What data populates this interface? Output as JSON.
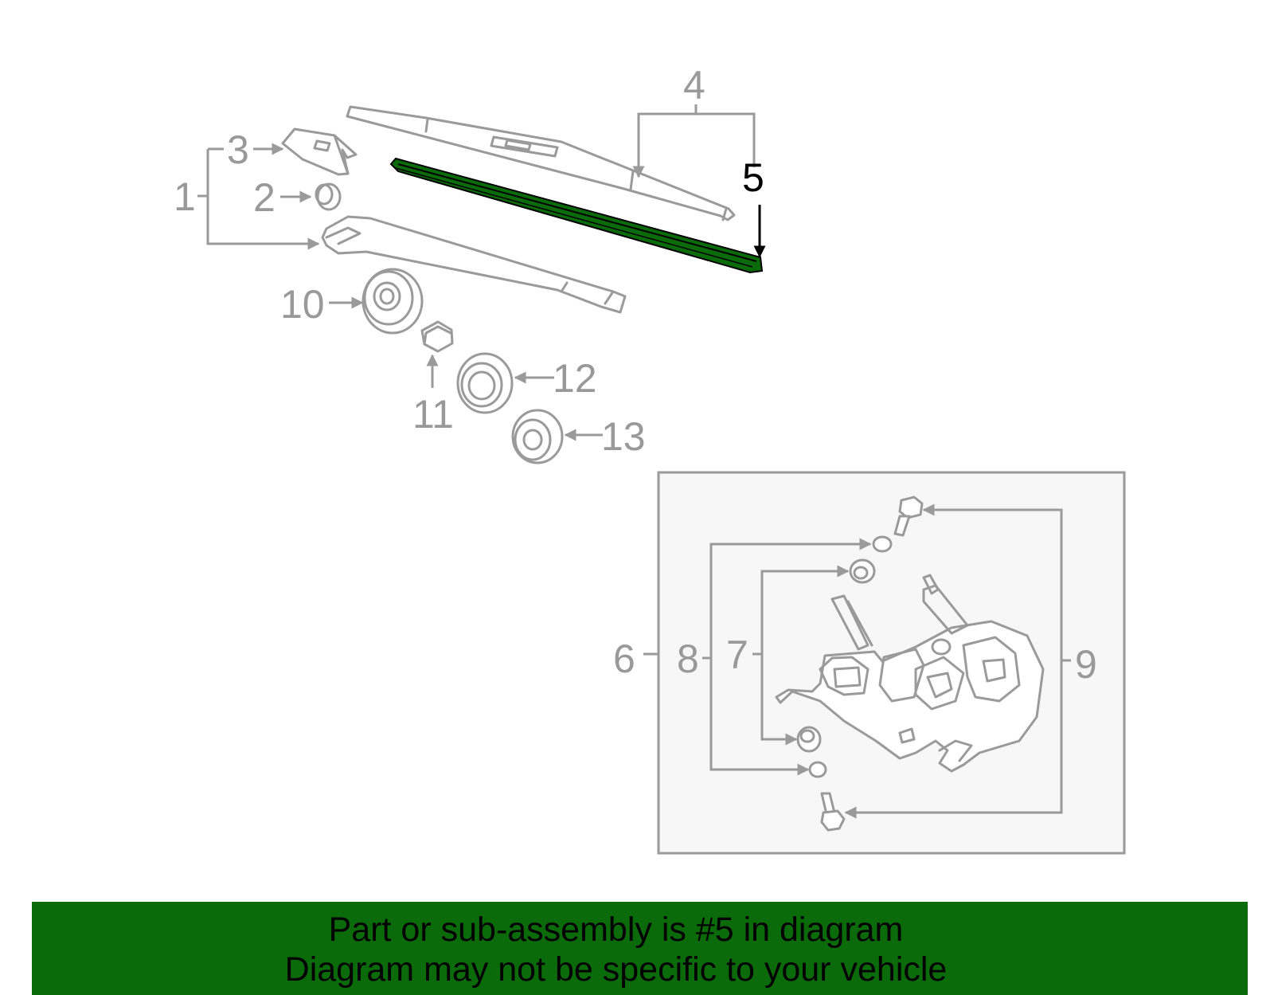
{
  "callouts": {
    "c1": "1",
    "c2": "2",
    "c3": "3",
    "c4": "4",
    "c5": "5",
    "c6": "6",
    "c7": "7",
    "c8": "8",
    "c9": "9",
    "c10": "10",
    "c11": "11",
    "c12": "12",
    "c13": "13"
  },
  "highlight_color": "#0b6b0b",
  "highlighted_part": "5",
  "banner": {
    "line1": "Part or sub-assembly is #5 in diagram",
    "line2": "Diagram may not be specific to your vehicle"
  }
}
